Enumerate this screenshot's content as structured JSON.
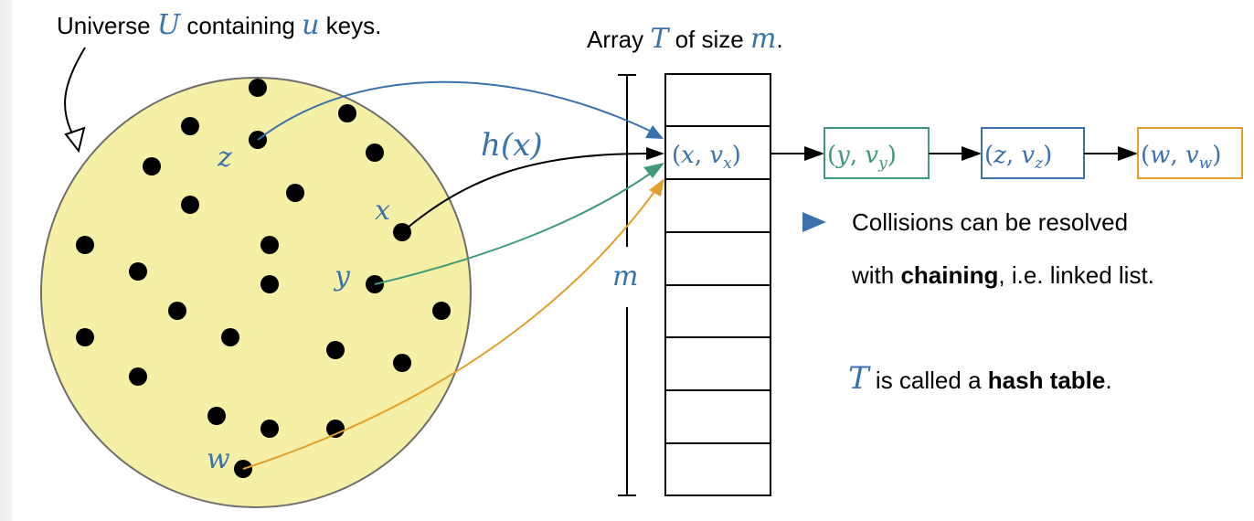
{
  "colors": {
    "blue": "#3a72ad",
    "green": "#3e9a78",
    "orange": "#e0a02a",
    "universe_fill": "#f6f0a6",
    "black": "#000000"
  },
  "universe_label": {
    "pre": "Universe ",
    "U": "U",
    "mid": " containing ",
    "u": "u",
    "post": " keys."
  },
  "array_label": {
    "pre": "Array ",
    "T": "T",
    "mid": " of size ",
    "m": "m",
    "post": "."
  },
  "hash_label": "h(x)",
  "size_label": "m",
  "keys": {
    "z": "z",
    "x": "x",
    "y": "y",
    "w": "w"
  },
  "chain": [
    {
      "key": "x",
      "value": "v",
      "sub": "x",
      "color": "blue"
    },
    {
      "key": "y",
      "value": "v",
      "sub": "y",
      "color": "green"
    },
    {
      "key": "z",
      "value": "v",
      "sub": "z",
      "color": "blue"
    },
    {
      "key": "w",
      "value": "v",
      "sub": "w",
      "color": "orange"
    }
  ],
  "note1": {
    "line1": "Collisions can be resolved",
    "line2_pre": "with ",
    "line2_bold": "chaining",
    "line2_post": ", i.e. linked list."
  },
  "note2": {
    "T": "T",
    "pre": " is called a ",
    "bold": "hash table",
    "post": "."
  },
  "array_slots": 8
}
